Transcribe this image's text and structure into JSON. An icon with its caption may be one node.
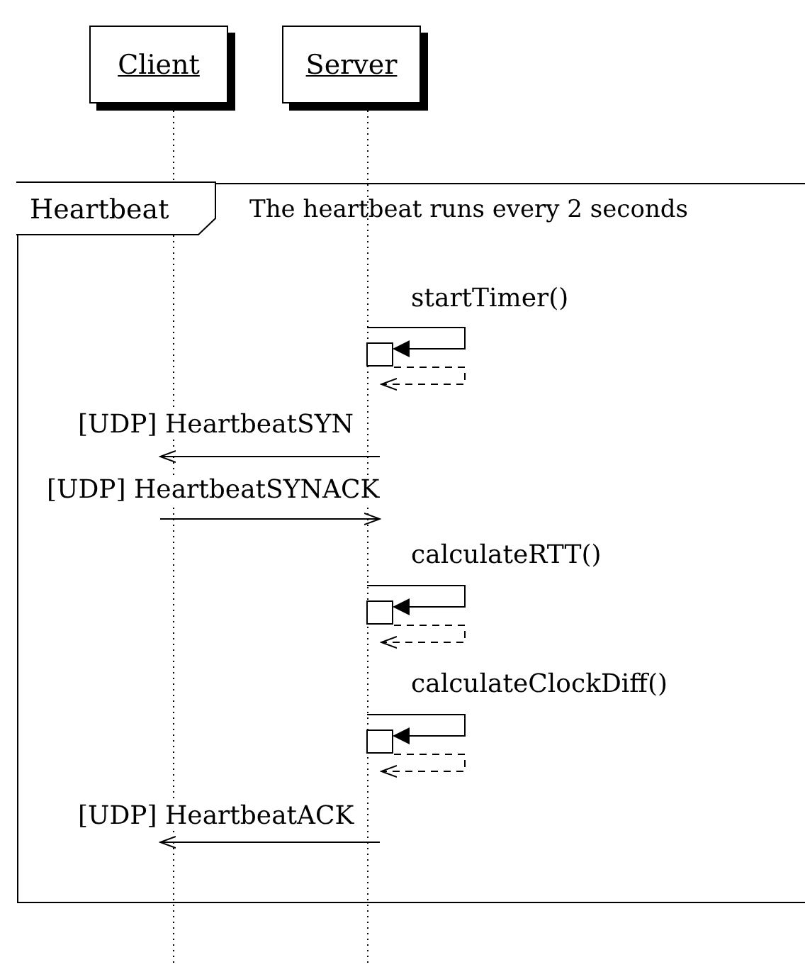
{
  "diagram": {
    "nodes": [
      {
        "text": [
          "Client"
        ]
      },
      {
        "text": [
          "Server"
        ]
      },
      {
        "text": [
          "Heartbeat",
          "The heartbeat runs every 2 seconds"
        ]
      }
    ],
    "edges": [
      {
        "from": 1,
        "to": 1,
        "arrow": "to",
        "label": "startTimer()"
      },
      {
        "from": 1,
        "to": 1,
        "arrow": "to",
        "style": "dashed"
      },
      {
        "from": 1,
        "to": 0,
        "arrow": "to",
        "label": "[UDP] HeartbeatSYN"
      },
      {
        "from": 0,
        "to": 1,
        "arrow": "to",
        "label": "[UDP] HeartbeatSYNACK"
      },
      {
        "from": 1,
        "to": 1,
        "arrow": "to",
        "label": "calculateRTT()"
      },
      {
        "from": 1,
        "to": 1,
        "arrow": "to",
        "style": "dashed"
      },
      {
        "from": 1,
        "to": 1,
        "arrow": "to",
        "label": "calculateClockDiff()"
      },
      {
        "from": 1,
        "to": 1,
        "arrow": "to",
        "style": "dashed"
      },
      {
        "from": 1,
        "to": 0,
        "arrow": "to",
        "label": "[UDP] HeartbeatACK"
      }
    ]
  }
}
